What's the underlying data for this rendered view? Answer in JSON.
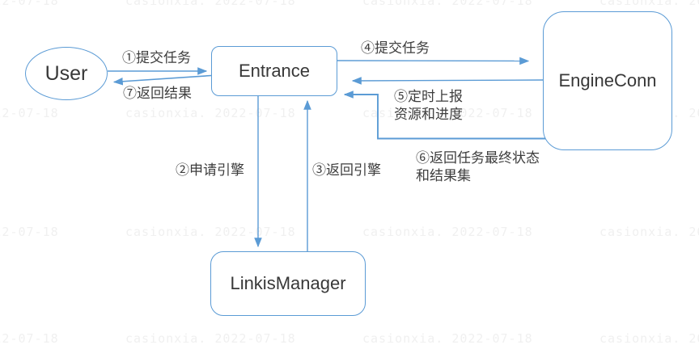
{
  "watermark": {
    "text": "casionxia. 2022-07-18"
  },
  "nodes": {
    "user": "User",
    "entrance": "Entrance",
    "engineconn": "EngineConn",
    "linkismanager": "LinkisManager"
  },
  "edges": {
    "e1": "①提交任务",
    "e2": "②申请引擎",
    "e3": "③返回引擎",
    "e4": "④提交任务",
    "e5_line1": "⑤定时上报",
    "e5_line2": "资源和进度",
    "e6_line1": "⑥返回任务最终状态",
    "e6_line2": "和结果集",
    "e7": "⑦返回结果"
  },
  "colors": {
    "line": "#5B9BD5",
    "label_text": "#3d3d3d",
    "node_text": "#383838",
    "watermark": "#f0f0f0",
    "background": "#ffffff"
  }
}
